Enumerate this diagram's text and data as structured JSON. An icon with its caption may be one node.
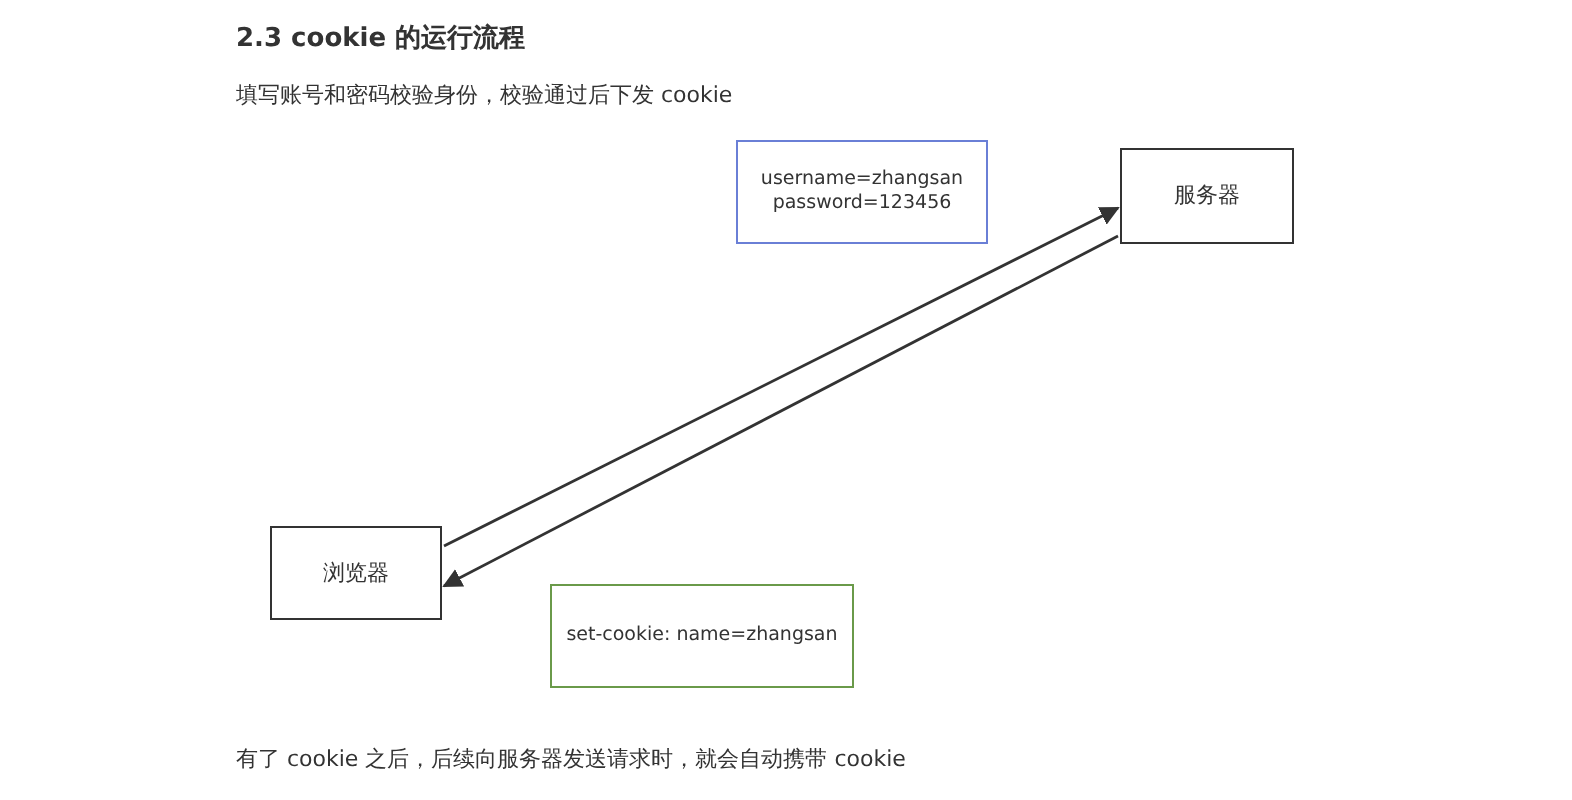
{
  "diagram": {
    "title": "2.3 cookie 的运行流程",
    "nodes": [
      {
        "text": [
          "username=zhangsan password=123456"
        ]
      },
      {
        "text": [
          "服务器"
        ]
      },
      {
        "text": [
          "浏览器"
        ]
      },
      {
        "text": [
          "set-cookie: name=zhangsan"
        ]
      }
    ],
    "edges": [
      {
        "from": 2,
        "to": 1,
        "arrow": "to"
      },
      {
        "from": 1,
        "to": 2,
        "arrow": "to"
      }
    ],
    "labels": [
      "填写账号和密码校验身份，校验通过后下发 cookie",
      "有了 cookie 之后，后续向服务器发送请求时，就会自动携带 cookie"
    ]
  }
}
